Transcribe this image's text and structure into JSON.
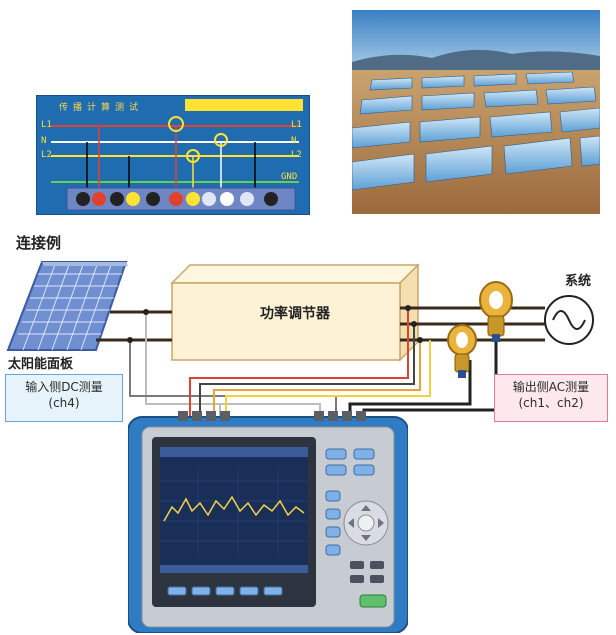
{
  "wiring_screen": {
    "title": "传播计算测试",
    "badge": "",
    "line_labels": [
      "L1",
      "N",
      "L2",
      "L1",
      "N",
      "L2",
      "GND"
    ]
  },
  "connection_example_label": "连接例",
  "grid_label": "系统",
  "power_conditioner_label": "功率调节器",
  "solar_panel_label": "太阳能面板",
  "input_side": {
    "line1": "输入侧DC测量",
    "line2": "(ch4)"
  },
  "output_side": {
    "line1": "输出侧AC测量",
    "line2": "(ch1、ch2)"
  },
  "colors": {
    "screen_blue": "#1f6cb1",
    "pcs_fill": "#fdf2d6",
    "panel_blue": "#6f8fd1",
    "instrument_blue": "#2f7cc4",
    "dc_box_border": "#6aa6d3",
    "ac_box_border": "#e07a9a"
  }
}
